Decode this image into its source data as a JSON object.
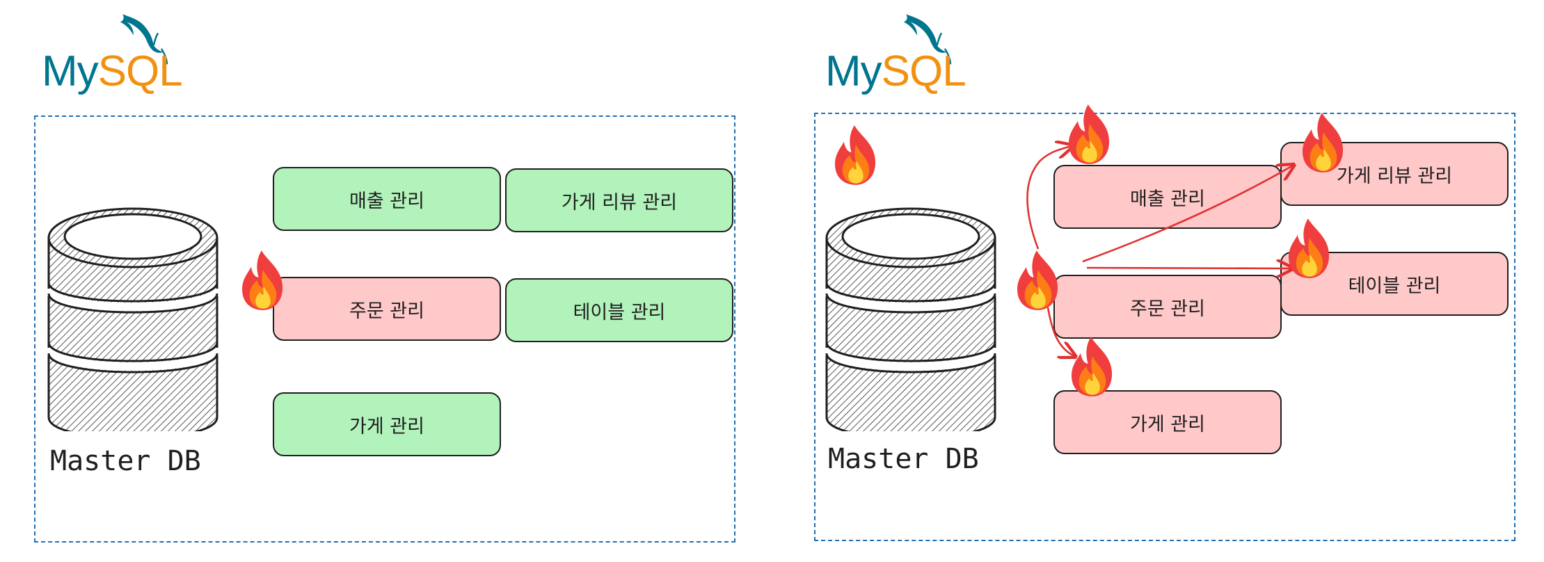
{
  "logo": {
    "my": "My",
    "sql": "SQL"
  },
  "db_label": "Master DB",
  "left": {
    "boxes": {
      "sales": "매출 관리",
      "store_review": "가게 리뷰 관리",
      "order": "주문 관리",
      "table": "테이블 관리",
      "store": "가게 관리"
    }
  },
  "right": {
    "boxes": {
      "sales": "매출 관리",
      "store_review": "가게 리뷰 관리",
      "order": "주문 관리",
      "table": "테이블 관리",
      "store": "가게 관리"
    }
  },
  "colors": {
    "healthy": "#b2f2bb",
    "overloaded": "#ffc9c9",
    "frame": "#1f6fb3",
    "arrow": "#e03131"
  },
  "icons": [
    "mysql-dolphin-icon",
    "database-cylinder-icon",
    "fire-icon"
  ]
}
